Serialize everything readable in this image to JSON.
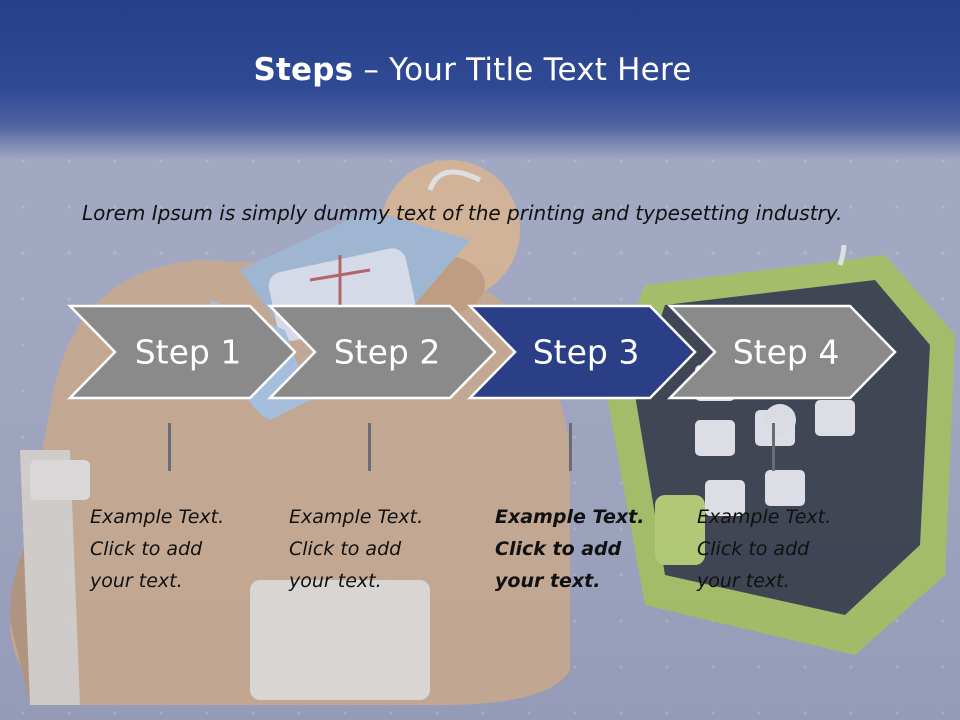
{
  "slide": {
    "title_bold": "Steps",
    "title_rest": " – Your Title Text Here",
    "intro": "Lorem Ipsum is simply dummy text of the printing and typesetting industry."
  },
  "steps": [
    {
      "label": "Step 1",
      "caption": [
        "Example Text.",
        "Click  to add",
        "your text."
      ],
      "active": false
    },
    {
      "label": "Step 2",
      "caption": [
        "Example Text.",
        "Click  to add",
        "your text."
      ],
      "active": false
    },
    {
      "label": "Step 3",
      "caption": [
        "Example Text.",
        "Click  to add",
        "your text."
      ],
      "active": true
    },
    {
      "label": "Step 4",
      "caption": [
        "Example Text.",
        "Click  to add",
        "your text."
      ],
      "active": false
    }
  ],
  "colors": {
    "title_band": "#2c4690",
    "step_inactive": "#8a8a8a",
    "step_active": "#2b3f86",
    "step_border": "#ffffff"
  }
}
